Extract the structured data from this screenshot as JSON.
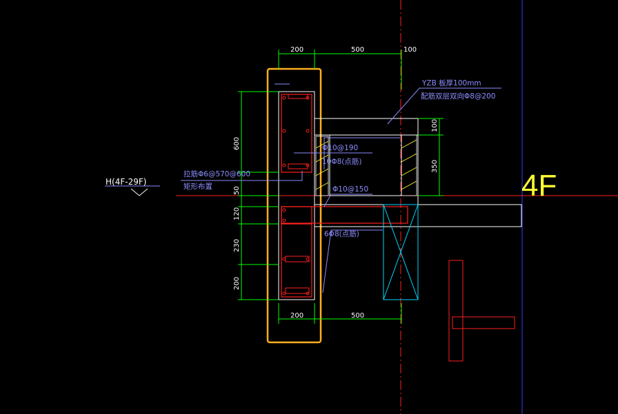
{
  "drawing": {
    "level_tag": "H(4F-29F)",
    "floor_label": "4F",
    "colors": {
      "background": "#000000",
      "dimension_line": "#00ff00",
      "rebar": "#ff2020",
      "outline": "#ffffff",
      "annotation": "#8c8cff",
      "selection": "#ffb020",
      "opening": "#00d8ff",
      "grid_axis": "#ff2020",
      "grid_axis_blue": "#3a3aff",
      "floor_text": "#ffff33"
    },
    "dims_top": [
      "200",
      "500",
      "100"
    ],
    "dims_bottom": [
      "200",
      "500"
    ],
    "dims_left": [
      "600",
      "50",
      "120",
      "230",
      "200"
    ],
    "dims_right": [
      "100",
      "350"
    ],
    "notes": {
      "slab_title": "YZB 板厚100mm",
      "slab_rebar": "配筋双层双向Φ8@200",
      "stirrup_main": "Φ10@190",
      "longitudinal_main": "10Φ8(点筋)",
      "stirrup_beam": "Φ10@150",
      "longitudinal_beam": "6Φ8(点筋)",
      "tie_bar": "拉筋Φ6@570@600",
      "tie_layout": "矩形布置"
    }
  }
}
